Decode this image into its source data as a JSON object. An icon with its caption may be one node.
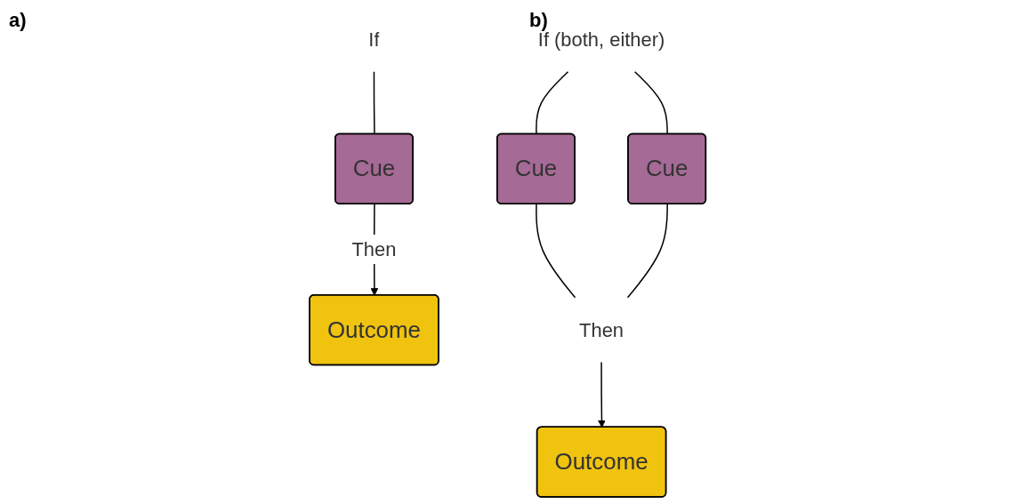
{
  "diagram": {
    "nodes": [
      {
        "text": [
          "If"
        ]
      },
      {
        "text": [
          "Cue"
        ]
      },
      {
        "text": [
          "Outcome"
        ]
      },
      {
        "text": [
          "If (both, either)"
        ]
      },
      {
        "text": [
          "Cue"
        ]
      },
      {
        "text": [
          "Cue"
        ]
      },
      {
        "text": [
          "Then"
        ]
      },
      {
        "text": [
          "Outcome"
        ]
      }
    ],
    "edges": [
      {
        "from": 0,
        "to": 1,
        "arrow": "none"
      },
      {
        "from": 1,
        "to": 2,
        "arrow": "to",
        "label": "Then"
      },
      {
        "from": 3,
        "to": 4,
        "arrow": "none"
      },
      {
        "from": 3,
        "to": 5,
        "arrow": "none"
      },
      {
        "from": 4,
        "to": 6,
        "arrow": "none"
      },
      {
        "from": 5,
        "to": 6,
        "arrow": "none"
      },
      {
        "from": 6,
        "to": 7,
        "arrow": "to"
      }
    ],
    "labels": [
      "a)",
      "b)"
    ]
  }
}
